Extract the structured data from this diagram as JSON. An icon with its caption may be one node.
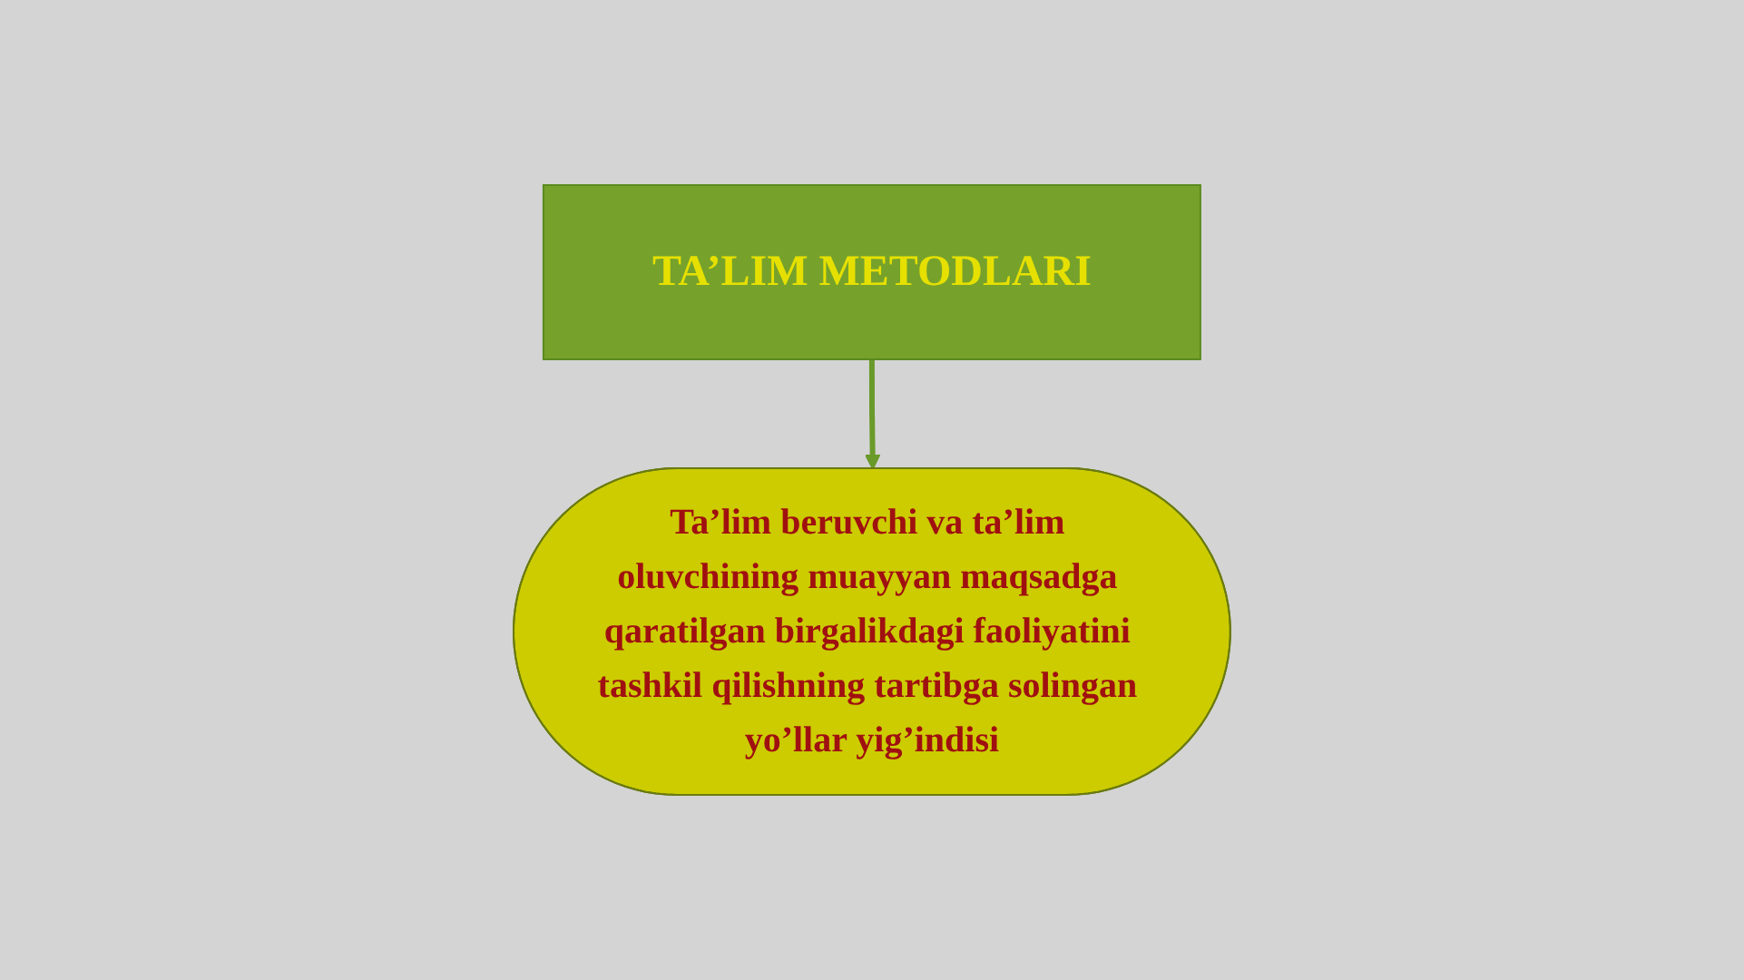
{
  "diagram": {
    "nodes": [
      {
        "text": [
          "TA’LIM METODLARI"
        ]
      },
      {
        "text": [
          "Ta’lim beruvchi va ta’lim oluvchining muayyan maqsadga qaratilgan birgalikdagi faoliyatini tashkil qilishning tartibga solingan yo’llar yig’indisi"
        ]
      }
    ],
    "edges": [
      {
        "from": 0,
        "to": 1,
        "arrow": "to"
      }
    ]
  }
}
